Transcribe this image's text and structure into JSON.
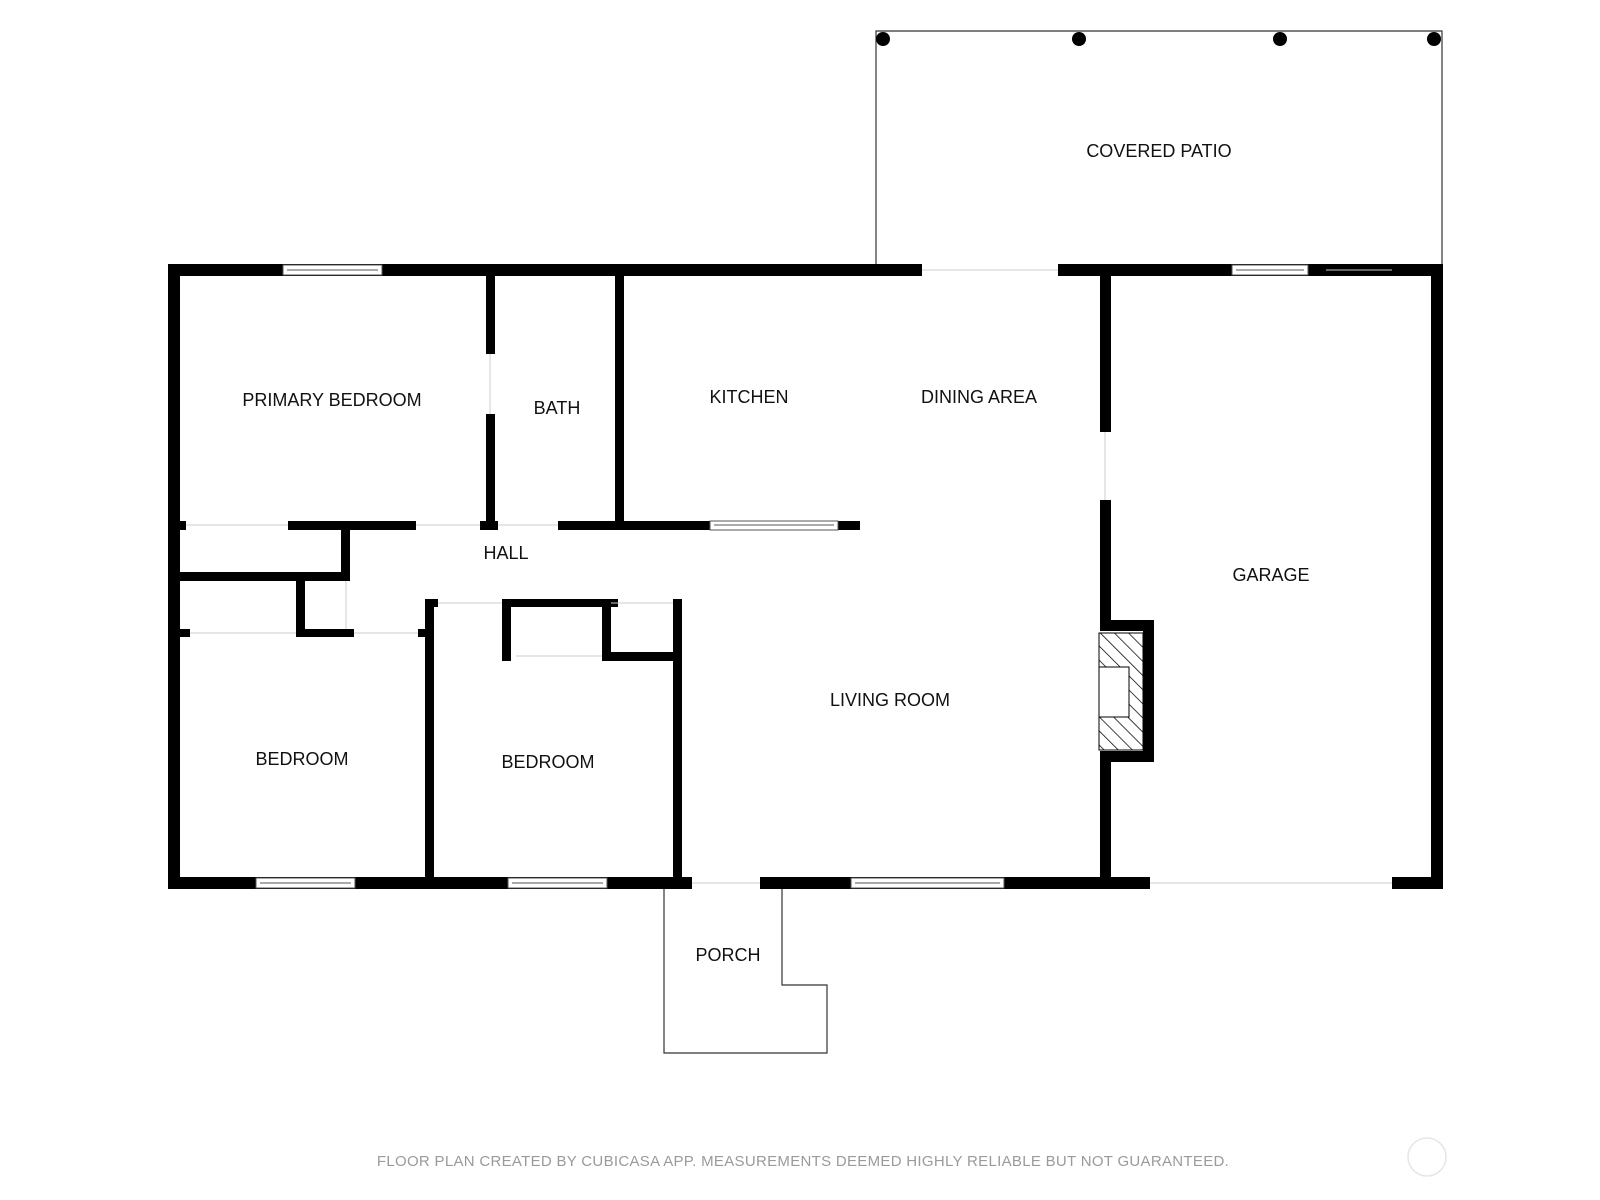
{
  "rooms": {
    "covered_patio": "COVERED PATIO",
    "primary_bedroom": "PRIMARY BEDROOM",
    "bath": "BATH",
    "kitchen": "KITCHEN",
    "dining_area": "DINING AREA",
    "garage": "GARAGE",
    "hall": "HALL",
    "living_room": "LIVING ROOM",
    "bedroom_left": "BEDROOM",
    "bedroom_center": "BEDROOM",
    "porch": "PORCH"
  },
  "footer": {
    "disclaimer": "FLOOR PLAN CREATED BY CUBICASA APP. MEASUREMENTS DEEMED HIGHLY RELIABLE BUT NOT GUARANTEED."
  },
  "colors": {
    "wall": "#000000",
    "background": "#ffffff",
    "footer_text": "#9a9a9a"
  }
}
